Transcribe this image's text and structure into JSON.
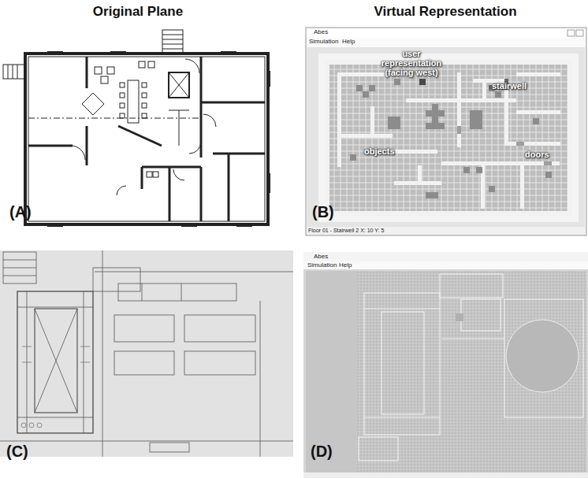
{
  "diagram": {
    "labels": [
      "Original Plane",
      "Virtual Representation",
      "(A)",
      "(B)",
      "(C)",
      "(D)",
      "Abes",
      "Simulation",
      "Help",
      "user representation (facing west)",
      "stairwell",
      "objects",
      "doors",
      "Floor 01 - Stairwell 2 X: 10 Y: 5",
      "Abes",
      "Simulation",
      "Help"
    ]
  }
}
